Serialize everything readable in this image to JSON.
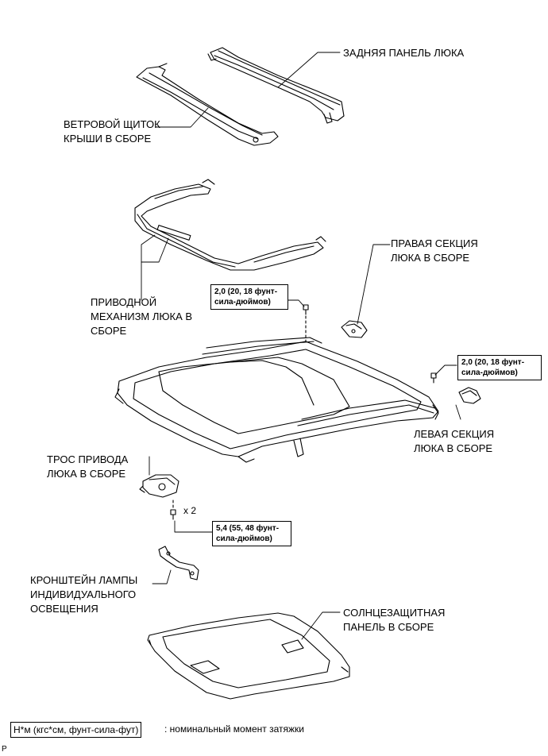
{
  "labels": {
    "rear_panel": "ЗАДНЯЯ ПАНЕЛЬ ЛЮКА",
    "wind_deflector": [
      "ВЕТРОВОЙ ЩИТОК",
      "КРЫШИ В СБОРЕ"
    ],
    "drive_mechanism": [
      "ПРИВОДНОЙ",
      "МЕХАНИЗМ ЛЮКА В",
      "СБОРЕ"
    ],
    "right_section": [
      "ПРАВАЯ СЕКЦИЯ",
      "ЛЮКА В СБОРЕ"
    ],
    "left_section": [
      "ЛЕВАЯ СЕКЦИЯ",
      "ЛЮКА В СБОРЕ"
    ],
    "drive_cable": [
      "ТРОС ПРИВОДА",
      "ЛЮКА В СБОРЕ"
    ],
    "lamp_bracket": [
      "КРОНШТЕЙН ЛАМПЫ",
      "ИНДИВИДУАЛЬНОГО",
      "ОСВЕЩЕНИЯ"
    ],
    "sunshade": [
      "СОЛНЦЕЗАЩИТНАЯ",
      "ПАНЕЛЬ В СБОРЕ"
    ]
  },
  "torques": {
    "right": [
      "2,0 (20, 18 фунт-",
      "сила-дюймов)"
    ],
    "left": [
      "2,0 (20, 18 фунт-",
      "сила-дюймов)"
    ],
    "motor": [
      "5,4 (55, 48 фунт-",
      "сила-дюймов)"
    ]
  },
  "multiplier": "x 2",
  "legend": {
    "box": "Н*м (кгс*см, фунт-сила-фут)",
    "text": ": номинальный момент затяжки"
  },
  "corner_mark": "P"
}
